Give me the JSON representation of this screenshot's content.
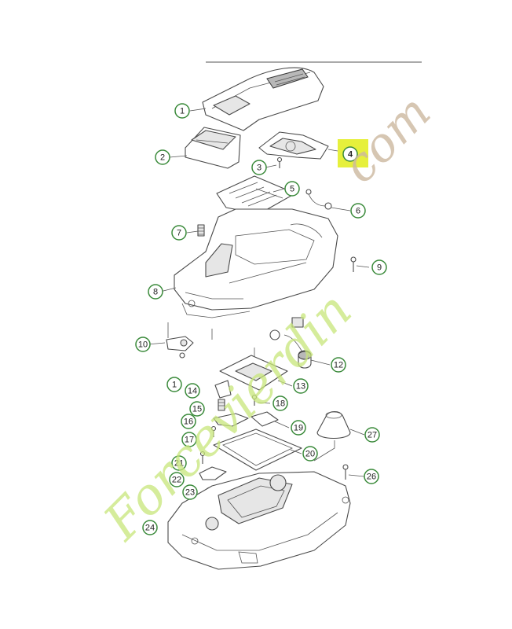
{
  "diagram": {
    "callouts": [
      {
        "label": "1"
      },
      {
        "label": "2"
      },
      {
        "label": "3"
      },
      {
        "label": "4"
      },
      {
        "label": "5"
      },
      {
        "label": "6"
      },
      {
        "label": "7"
      },
      {
        "label": "8"
      },
      {
        "label": "9"
      },
      {
        "label": "10"
      },
      {
        "label": "1"
      },
      {
        "label": "12"
      },
      {
        "label": "13"
      },
      {
        "label": "14"
      },
      {
        "label": "15"
      },
      {
        "label": "16"
      },
      {
        "label": "17"
      },
      {
        "label": "18"
      },
      {
        "label": "19"
      },
      {
        "label": "20"
      },
      {
        "label": "21"
      },
      {
        "label": "22"
      },
      {
        "label": "23"
      },
      {
        "label": "24"
      },
      {
        "label": "26"
      },
      {
        "label": "27"
      }
    ],
    "highlight": {
      "callout_label": "4",
      "highlight_color": "#e6f03c",
      "callout_fill": "#2f8a2f"
    },
    "accent_color": "#3a8a3a"
  },
  "watermark": {
    "text_main": "Forcevierdin",
    "dot": ".",
    "text_com": "com",
    "color_main": "#c8e67a",
    "color_com": "#cdb8a0"
  }
}
